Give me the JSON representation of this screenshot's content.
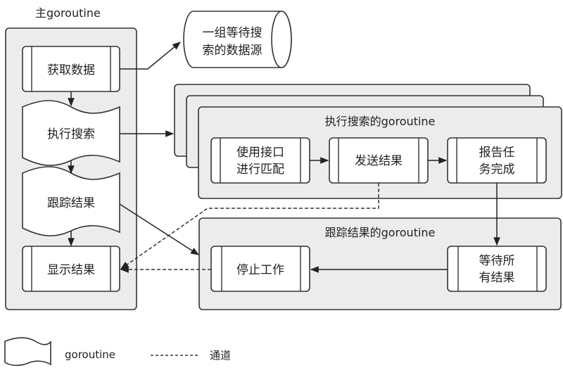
{
  "main_goroutine": {
    "title": "主goroutine",
    "steps": [
      {
        "label": "获取数据",
        "shape": "process"
      },
      {
        "label": "执行搜索",
        "shape": "goroutine-wave"
      },
      {
        "label": "跟踪结果",
        "shape": "goroutine-wave"
      },
      {
        "label": "显示结果",
        "shape": "process"
      }
    ]
  },
  "data_source": {
    "line1": "一组等待搜",
    "line2": "索的数据源",
    "shape": "cylinder"
  },
  "search_goroutine": {
    "title": "执行搜索的goroutine",
    "stacked": true,
    "steps": [
      {
        "line1": "使用接口",
        "line2": "进行匹配"
      },
      {
        "line1": "发送结果",
        "line2": ""
      },
      {
        "line1": "报告任",
        "line2": "务完成"
      }
    ]
  },
  "track_goroutine": {
    "title": "跟踪结果的goroutine",
    "steps": [
      {
        "line1": "停止工作",
        "line2": ""
      },
      {
        "line1": "等待所",
        "line2": "有结果"
      }
    ]
  },
  "legend": {
    "goroutine_label": "goroutine",
    "channel_sample": "---------",
    "channel_label": "通道"
  },
  "edges": [
    {
      "from": "获取数据",
      "to": "一组等待搜索的数据源",
      "style": "solid"
    },
    {
      "from": "获取数据",
      "to": "执行搜索",
      "style": "solid"
    },
    {
      "from": "执行搜索",
      "to": "跟踪结果",
      "style": "solid"
    },
    {
      "from": "跟踪结果",
      "to": "显示结果",
      "style": "solid"
    },
    {
      "from": "执行搜索",
      "to": "执行搜索的goroutine",
      "style": "solid"
    },
    {
      "from": "使用接口进行匹配",
      "to": "发送结果",
      "style": "solid"
    },
    {
      "from": "发送结果",
      "to": "报告任务完成",
      "style": "solid"
    },
    {
      "from": "发送结果",
      "to": "显示结果",
      "style": "dashed"
    },
    {
      "from": "报告任务完成",
      "to": "等待所有结果",
      "style": "solid"
    },
    {
      "from": "等待所有结果",
      "to": "停止工作",
      "style": "solid"
    },
    {
      "from": "跟踪结果",
      "to": "跟踪结果的goroutine",
      "style": "solid"
    },
    {
      "from": "停止工作",
      "to": "显示结果",
      "style": "dashed"
    }
  ]
}
